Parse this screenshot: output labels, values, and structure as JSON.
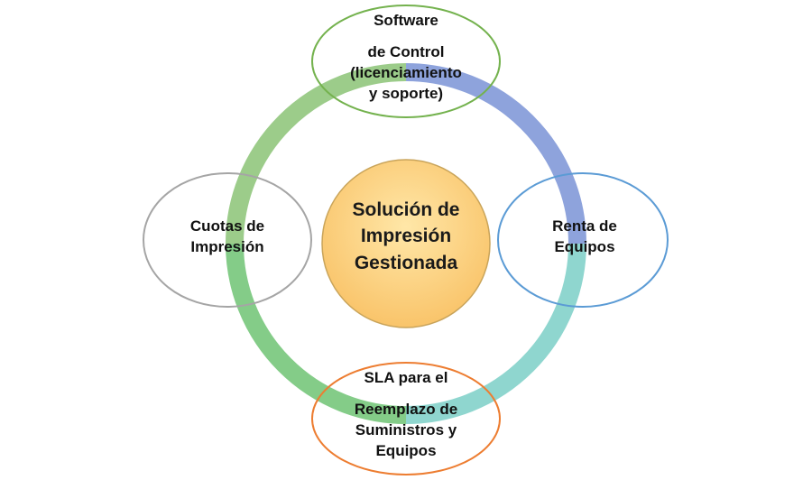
{
  "center": {
    "lines": [
      "Solución de",
      "Impresión",
      "Gestionada"
    ]
  },
  "nodes": {
    "top": {
      "lines": [
        "Software",
        "de Control",
        "(licenciamiento",
        "y soporte)"
      ]
    },
    "right": {
      "lines": [
        "Renta de",
        "Equipos"
      ]
    },
    "bottom": {
      "lines": [
        "SLA para el",
        "Reemplazo de",
        "Suministros y",
        "Equipos"
      ]
    },
    "left": {
      "lines": [
        "Cuotas de",
        "Impresión"
      ]
    }
  },
  "colors": {
    "ring_green": "#9ccc8a",
    "ring_blue": "#8ea3dc",
    "ring_teal": "#8fd6cf",
    "ring_green_bottom": "#84cc88",
    "center_fill_inner": "#ffe7a8",
    "center_fill_outer": "#f9c46a",
    "center_stroke": "#c9a45a",
    "node_top_stroke": "#74b24e",
    "node_right_stroke": "#5b9bd5",
    "node_bottom_stroke": "#ed7d31",
    "node_left_stroke": "#a5a5a5"
  }
}
